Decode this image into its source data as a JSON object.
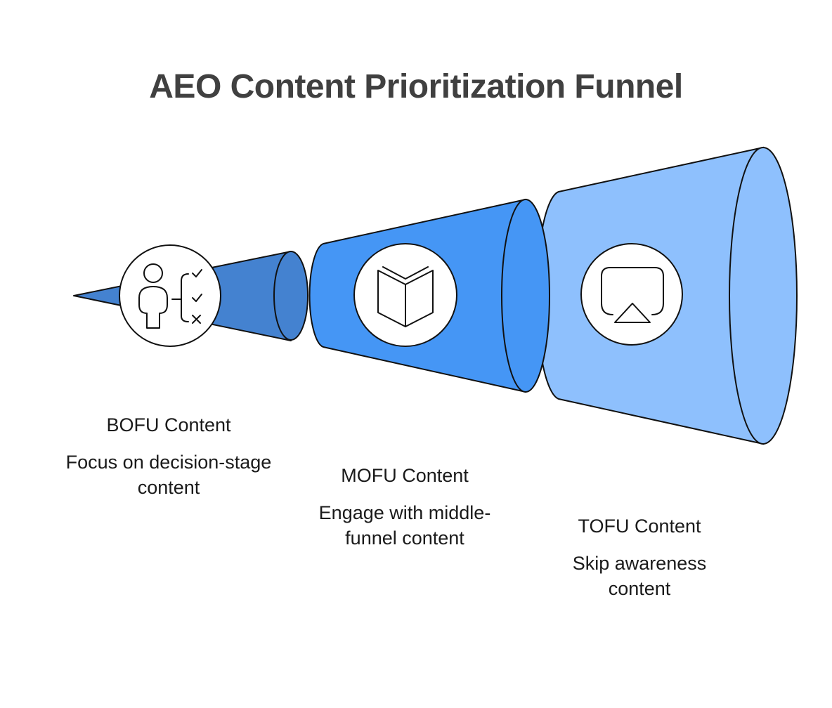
{
  "title": "AEO Content Prioritization Funnel",
  "colors": {
    "bofu": "#4482D0",
    "mofu": "#4596F5",
    "tofu": "#8EC0FD",
    "outline": "#111111",
    "title": "#404040"
  },
  "stages": [
    {
      "heading": "BOFU Content",
      "description": "Focus on decision-stage content",
      "icon": "person-decision-checklist-icon"
    },
    {
      "heading": "MOFU Content",
      "description": "Engage with middle-funnel content",
      "icon": "open-book-icon"
    },
    {
      "heading": "TOFU Content",
      "description": "Skip awareness content",
      "icon": "airplay-screen-icon"
    }
  ]
}
